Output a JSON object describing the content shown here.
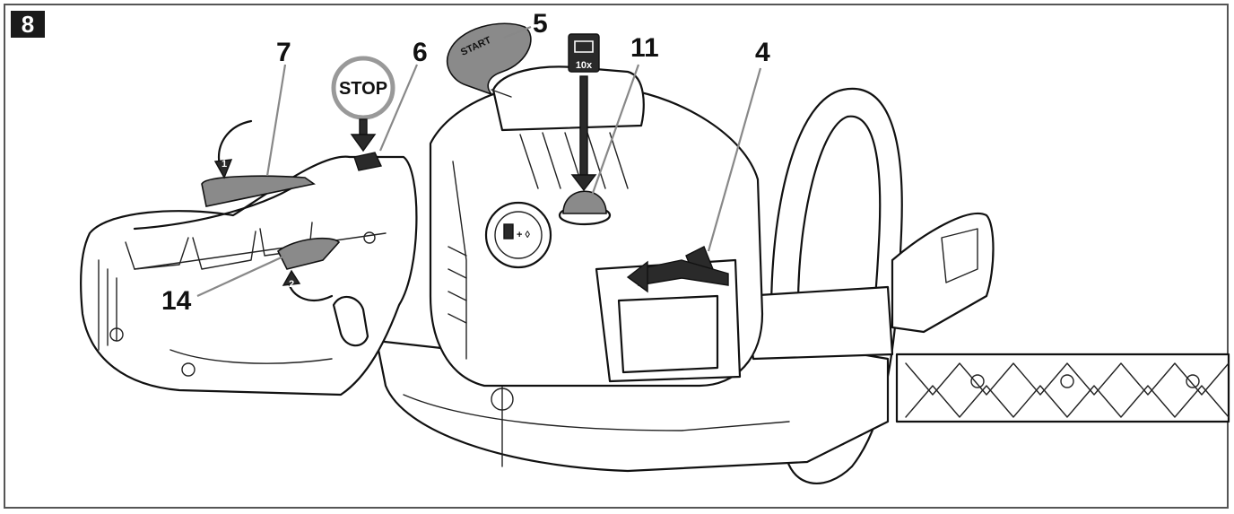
{
  "figure": {
    "number": "8"
  },
  "callouts": [
    {
      "id": "c7",
      "label": "7"
    },
    {
      "id": "c6",
      "label": "6"
    },
    {
      "id": "c5",
      "label": "5"
    },
    {
      "id": "c11",
      "label": "11"
    },
    {
      "id": "c4",
      "label": "4"
    },
    {
      "id": "c14",
      "label": "14"
    }
  ],
  "symbols": {
    "stop": "STOP",
    "start": "START",
    "primer_count": "10x",
    "step1": "1",
    "step2": "2",
    "fuel_cap": "+ ◊"
  },
  "colors": {
    "line": "#111111",
    "highlight_grey": "#8a8a8a",
    "badge": "#1a1a1a",
    "leader": "#888888"
  }
}
